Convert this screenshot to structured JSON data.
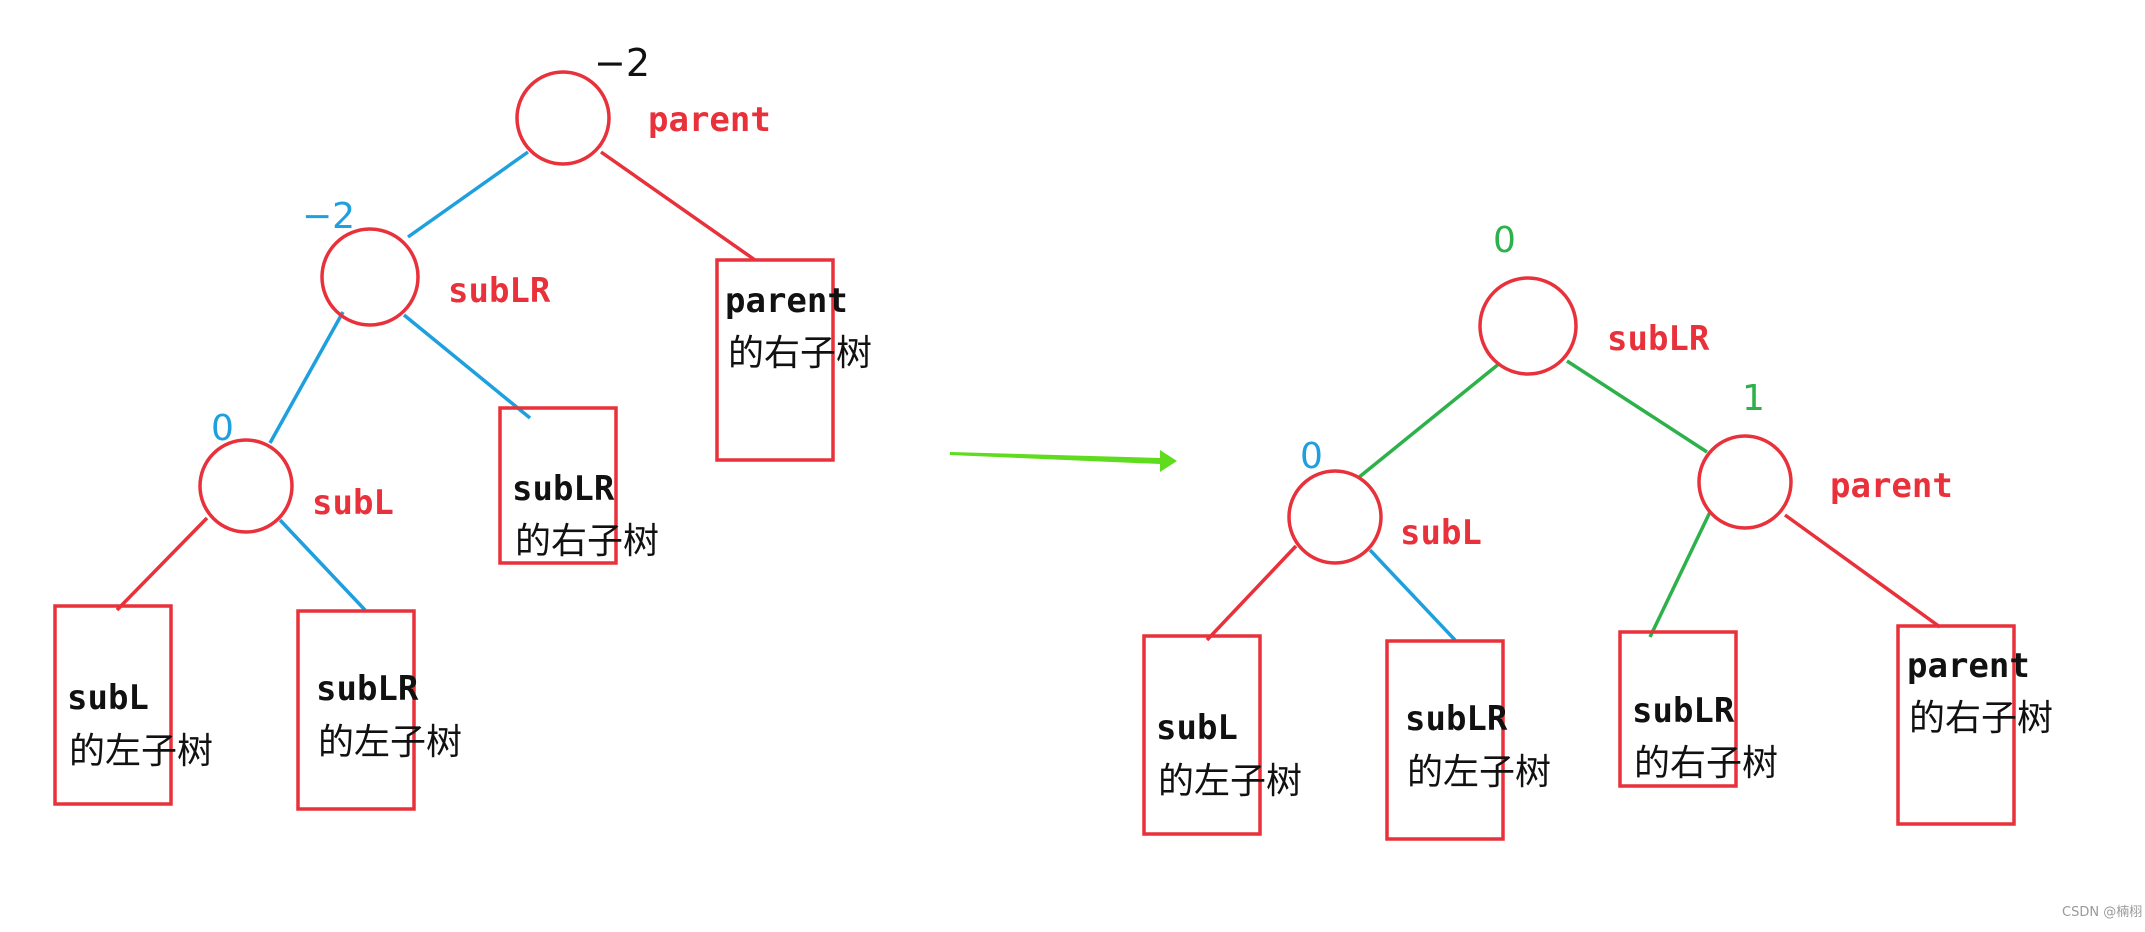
{
  "left_tree": {
    "parent_label": "parent",
    "parent_bf": "−2",
    "sublr_label": "subLR",
    "sublr_bf": "−2",
    "subl_label": "subL",
    "subl_bf": "0",
    "parent_right_subtree": {
      "line1": "parent",
      "line2": "的右子树"
    },
    "sublr_right_subtree": {
      "line1": "subLR",
      "line2": "的右子树"
    },
    "subl_left_subtree": {
      "line1": "subL",
      "line2": "的左子树"
    },
    "sublr_left_subtree": {
      "line1": "subLR",
      "line2": "的左子树"
    }
  },
  "right_tree": {
    "sublr_label": "subLR",
    "sublr_bf": "0",
    "subl_label": "subL",
    "subl_bf": "0",
    "parent_label": "parent",
    "parent_bf": "1",
    "subl_left_subtree": {
      "line1": "subL",
      "line2": "的左子树"
    },
    "sublr_left_subtree": {
      "line1": "subLR",
      "line2": "的左子树"
    },
    "sublr_right_subtree": {
      "line1": "subLR",
      "line2": "的右子树"
    },
    "parent_right_subtree": {
      "line1": "parent",
      "line2": "的右子树"
    }
  },
  "watermark": "CSDN @楠栩",
  "colors": {
    "node": "#e8313a",
    "edge_blue": "#1ea0de",
    "edge_green": "#2db14a",
    "arrow": "#5fdc1e"
  }
}
